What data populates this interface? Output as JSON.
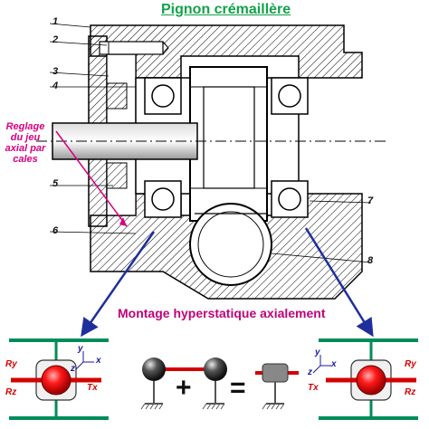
{
  "title": "Pignon crémaillère",
  "annotation": "Reglage du jeu axial par cales",
  "callouts": [
    "1",
    "2",
    "3",
    "4",
    "5",
    "6",
    "7",
    "8"
  ],
  "caption": "Montage hyperstatique axialement",
  "left_dof": {
    "ry": "Ry",
    "rz": "Rz",
    "tx": "Tx",
    "x": "x",
    "y": "y",
    "z": "z"
  },
  "right_dof": {
    "ry": "Ry",
    "rz": "Rz",
    "tx": "Tx",
    "x": "x",
    "y": "y",
    "z": "z"
  },
  "equation": {
    "plus": "+",
    "equals": "="
  },
  "colors": {
    "title": "#12a24a",
    "annotation": "#d6007f",
    "caption": "#c0007a",
    "arrow": "#1e2f9c",
    "ball": "#e00000"
  }
}
